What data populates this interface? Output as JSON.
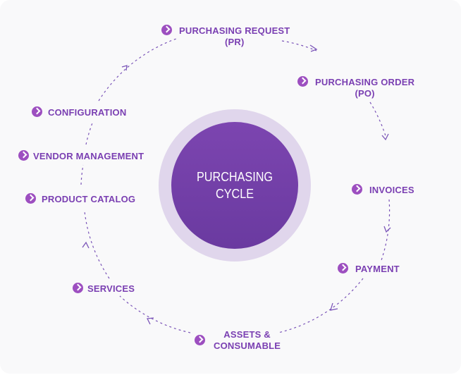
{
  "diagram": {
    "title_line1": "PURCHASING",
    "title_line2": "CYCLE",
    "colors": {
      "accent": "#7a3fb2",
      "bullet": "#9d4fc0",
      "core": "#7040a5",
      "halo": "#e0d6ec",
      "background": "#f9f9fa"
    },
    "nodes": [
      {
        "id": "pr",
        "line1": "PURCHASING REQUEST",
        "line2": "(PR)",
        "icon": "chevron-right-circle-icon"
      },
      {
        "id": "po",
        "line1": "PURCHASING ORDER",
        "line2": "(PO)",
        "icon": "chevron-right-circle-icon"
      },
      {
        "id": "invoices",
        "line1": "INVOICES",
        "icon": "chevron-right-circle-icon"
      },
      {
        "id": "payment",
        "line1": "PAYMENT",
        "icon": "chevron-right-circle-icon"
      },
      {
        "id": "assets",
        "line1": "ASSETS &",
        "line2": "CONSUMABLE",
        "icon": "chevron-right-circle-icon"
      },
      {
        "id": "services",
        "line1": "SERVICES",
        "icon": "chevron-right-circle-icon"
      },
      {
        "id": "product-catalog",
        "line1": "PRODUCT CATALOG",
        "icon": "chevron-right-circle-icon"
      },
      {
        "id": "vendor-management",
        "line1": "VENDOR MANAGEMENT",
        "icon": "chevron-right-circle-icon"
      },
      {
        "id": "configuration",
        "line1": "CONFIGURATION",
        "icon": "chevron-right-circle-icon"
      }
    ],
    "flow_direction": "clockwise"
  }
}
